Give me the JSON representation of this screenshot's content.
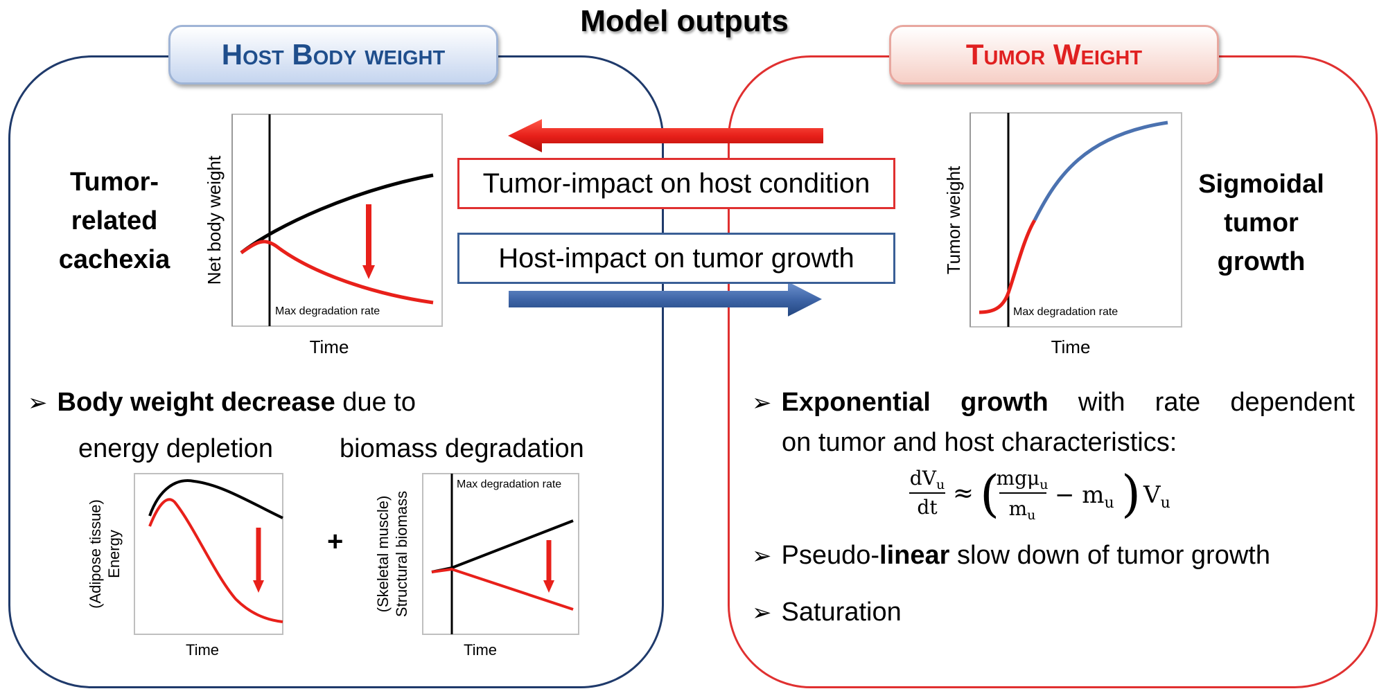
{
  "title": "Model outputs",
  "host_panel": {
    "tab_label": "Host Body weight",
    "side_label": [
      "Tumor-",
      "related",
      "cachexia"
    ],
    "chart": {
      "ylabel": "Net body weight",
      "xlabel": "Time",
      "annotation": "Max degradation rate"
    },
    "bullet": {
      "bold": "Body weight decrease",
      "rest": " due to"
    },
    "sub_left_label": "energy depletion",
    "sub_right_label": "biomass degradation",
    "plus_sign": "+",
    "energy_chart": {
      "ylabel_line1": "(Adipose tissue)",
      "ylabel_line2": "Energy",
      "xlabel": "Time"
    },
    "biomass_chart": {
      "ylabel_line1": "(Skeletal muscle)",
      "ylabel_line2": "Structural biomass",
      "xlabel": "Time",
      "annotation": "Max degradation rate"
    }
  },
  "tumor_panel": {
    "tab_label": "Tumor Weight",
    "side_label": [
      "Sigmoidal",
      "tumor",
      "growth"
    ],
    "chart": {
      "ylabel": "Tumor weight",
      "xlabel": "Time",
      "annotation": "Max degradation rate"
    },
    "bullet1": {
      "bold": "Exponential growth",
      "rest": " with rate dependent",
      "line2": "on tumor and host characteristics:"
    },
    "equation": {
      "lhs_num": "dV",
      "lhs_den": "dt",
      "sub": "u",
      "approx": "≈",
      "inner_num": "mgμ",
      "inner_den": "m",
      "minus_term": "− m",
      "rhs": "V"
    },
    "bullet2": {
      "pre": "Pseudo-",
      "bold": "linear",
      "rest": " slow down of tumor growth"
    },
    "bullet3": {
      "text": "Saturation"
    }
  },
  "callouts": {
    "tumor_impact": "Tumor-impact on host condition",
    "host_impact": "Host-impact on tumor growth"
  },
  "colors": {
    "red": "#e8201a",
    "blue": "#3f66a8",
    "navy_border": "#1f3a6b",
    "red_border": "#e03030",
    "black": "#000000"
  },
  "bullet_glyph": "➢"
}
